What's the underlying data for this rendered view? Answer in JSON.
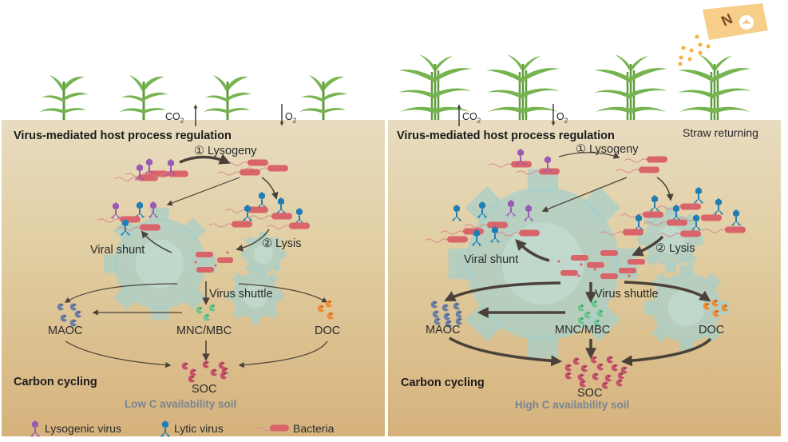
{
  "panels": [
    {
      "id": "low",
      "header": "Virus-mediated host process regulation",
      "lysogeny": "① Lysogeny",
      "lysis": "② Lysis",
      "viral_shunt": "Viral shunt",
      "virus_shuttle": "Virus shuttle",
      "pools": {
        "maoc": "MAOC",
        "mnc_mbc": "MNC/MBC",
        "doc": "DOC",
        "soc": "SOC"
      },
      "carbon_cycling": "Carbon cycling",
      "soil_label": "Low C availability soil",
      "gases": {
        "co2": "CO",
        "co2_sub": "2",
        "o2": "O",
        "o2_sub": "2"
      }
    },
    {
      "id": "high",
      "header": "Virus-mediated host process regulation",
      "straw": "Straw returning",
      "lysogeny": "① Lysogeny",
      "lysis": "② Lysis",
      "viral_shunt": "Viral shunt",
      "virus_shuttle": "Virus shuttle",
      "pools": {
        "maoc": "MAOC",
        "mnc_mbc": "MNC/MBC",
        "doc": "DOC",
        "soc": "SOC"
      },
      "carbon_cycling": "Carbon cycling",
      "soil_label": "High C availability soil",
      "gases": {
        "co2": "CO",
        "co2_sub": "2",
        "o2": "O",
        "o2_sub": "2"
      },
      "fertilizer_letter": "N"
    }
  ],
  "legend": {
    "lysogenic": "Lysogenic virus",
    "lytic": "Lytic virus",
    "bacteria": "Bacteria"
  },
  "colors": {
    "lysogenic_virus": "#9a5bb5",
    "lytic_virus": "#1f7fb5",
    "bacteria": "#d9646a",
    "maoc": "#6b7fa6",
    "mnc_mbc": "#6cc790",
    "doc": "#f08a35",
    "soc": "#c5506a",
    "gear": "#a9cfc9",
    "plant": "#76b450",
    "arrow": "#4a4239"
  }
}
